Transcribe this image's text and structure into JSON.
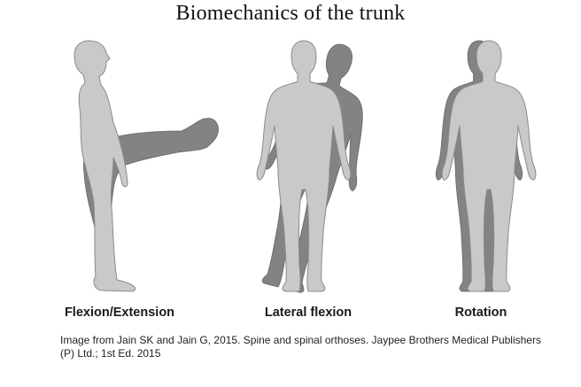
{
  "title": "Biomechanics of the trunk",
  "colors": {
    "body_light": "#c9c9c9",
    "body_dark": "#838383",
    "outline": "#7a7a7a"
  },
  "panels": [
    {
      "label": "Flexion/Extension",
      "icon": "flexion-extension-figure"
    },
    {
      "label": "Lateral flexion",
      "icon": "lateral-flexion-figure"
    },
    {
      "label": "Rotation",
      "icon": "rotation-figure"
    }
  ],
  "citation": "Image from Jain SK and Jain G, 2015. Spine and spinal orthoses. Jaypee Brothers Medical Publishers (P) Ltd.; 1st Ed. 2015"
}
